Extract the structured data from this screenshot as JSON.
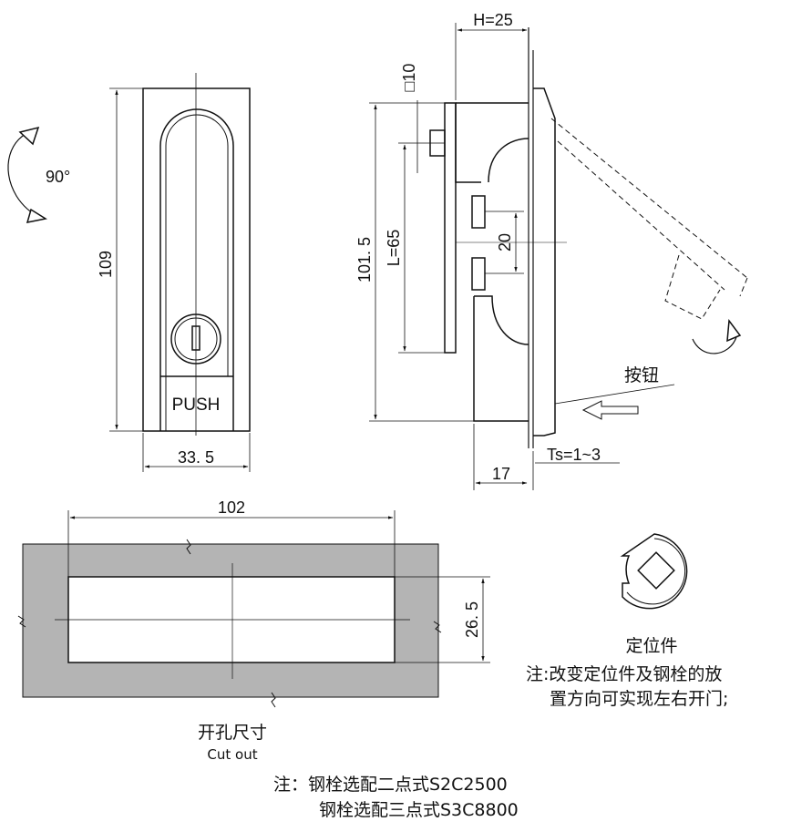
{
  "front_view": {
    "rotation_angle": "90°",
    "height_dim": "109",
    "width_dim": "33. 5",
    "push_label": "PUSH"
  },
  "side_view": {
    "h_dim": "H=25",
    "square_dim": "□10",
    "overall_dim": "101. 5",
    "l_dim": "L=65",
    "spacing_dim": "20",
    "button_label": "按钮",
    "ts_dim": "Ts=1~3",
    "depth_dim": "17"
  },
  "cutout": {
    "width_dim": "102",
    "height_dim": "26. 5",
    "title_cn": "开孔尺寸",
    "title_en": "Cut out"
  },
  "locator": {
    "title": "定位件",
    "note_line1": "注:改变定位件及钢栓的放",
    "note_line2": "置方向可实现左右开门;"
  },
  "footer_note": {
    "line1": "注：钢栓选配二点式S2C2500",
    "line2": "钢栓选配三点式S3C8800"
  }
}
